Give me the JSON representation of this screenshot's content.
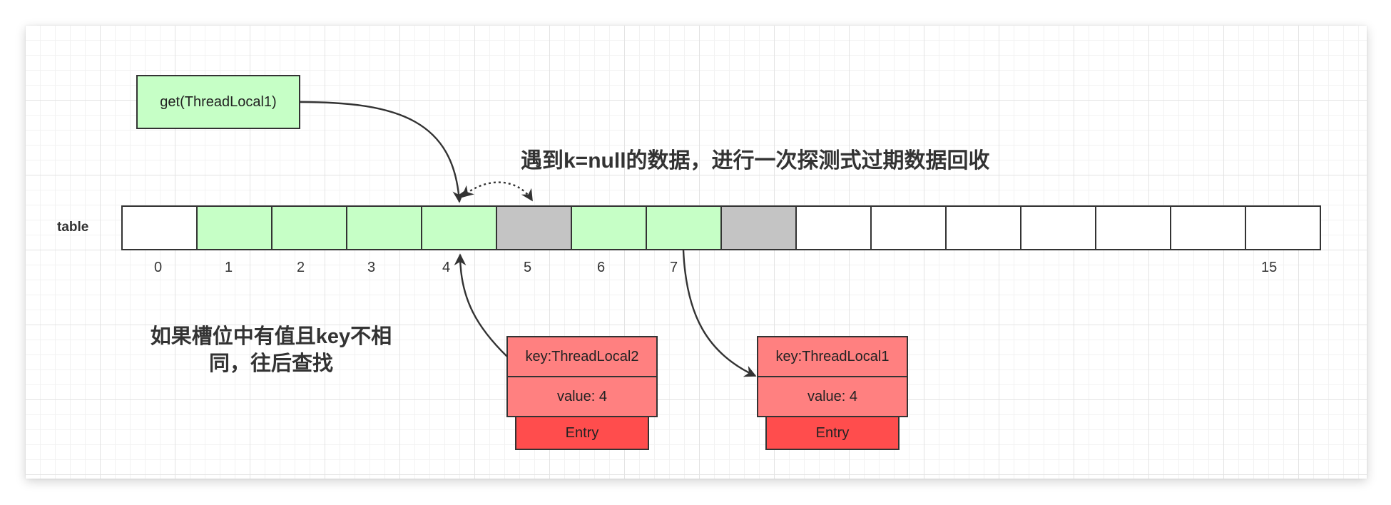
{
  "diagram": {
    "get_call": "get(ThreadLocal1)",
    "probe_note": "遇到k=null的数据，进行一次探测式过期数据回收",
    "table_label": "table",
    "slot_colors": [
      "#ffffff",
      "#c6ffc6",
      "#c6ffc6",
      "#c6ffc6",
      "#c6ffc6",
      "#c4c4c4",
      "#c6ffc6",
      "#c6ffc6",
      "#c4c4c4",
      "#ffffff",
      "#ffffff",
      "#ffffff",
      "#ffffff",
      "#ffffff",
      "#ffffff",
      "#ffffff",
      "#ffffff"
    ],
    "index_labels": [
      "0",
      "1",
      "2",
      "3",
      "4",
      "5",
      "6",
      "7",
      "15"
    ],
    "search_note": {
      "line1": "如果槽位中有值且key不相",
      "line2": "同，往后查找"
    },
    "entries": [
      {
        "key": "key:ThreadLocal2",
        "value": "value: 4",
        "type": "Entry"
      },
      {
        "key": "key:ThreadLocal1",
        "value": "value: 4",
        "type": "Entry"
      }
    ],
    "colors": {
      "green": "#c6ffc6",
      "gray": "#c4c4c4",
      "entry_header": "#ff8080",
      "entry_footer": "#ff4d4d",
      "stroke": "#333333"
    }
  }
}
